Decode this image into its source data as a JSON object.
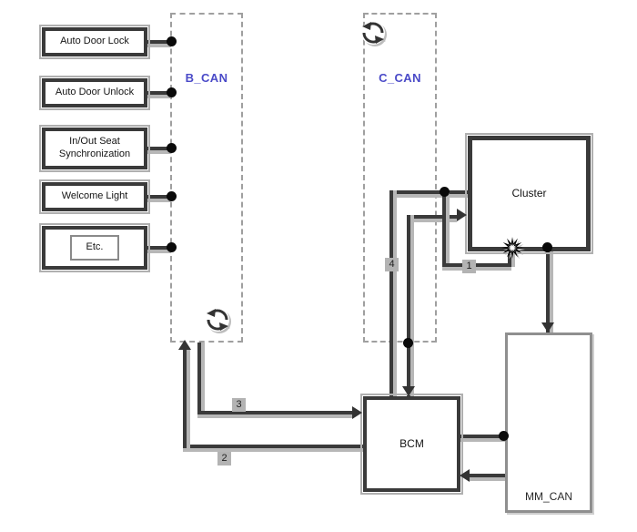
{
  "diagram": {
    "left_nodes": [
      {
        "label": "Auto Door Lock"
      },
      {
        "label": "Auto Door Unlock"
      },
      {
        "label": "In/Out Seat Synchronization"
      },
      {
        "label": "Welcome Light"
      },
      {
        "label": "Etc."
      }
    ],
    "buses": {
      "b_can": {
        "label": "B_CAN"
      },
      "c_can": {
        "label": "C_CAN"
      }
    },
    "modules": {
      "cluster": {
        "label": "Cluster"
      },
      "bcm": {
        "label": "BCM"
      },
      "mm_can": {
        "label": "MM_CAN"
      }
    },
    "badges": {
      "one": {
        "label": "1"
      },
      "two": {
        "label": "2"
      },
      "three": {
        "label": "3"
      },
      "four": {
        "label": "4"
      }
    },
    "colors": {
      "line": "#3a3a3a",
      "line_shadow": "#b7b7b7",
      "bus_label": "#4a4ac8",
      "badge_bg": "#b3b3b3",
      "junction_dot": "#0a0a0a"
    },
    "icons": {
      "cycle": "cycle-icon",
      "starburst": "starburst-icon"
    }
  }
}
